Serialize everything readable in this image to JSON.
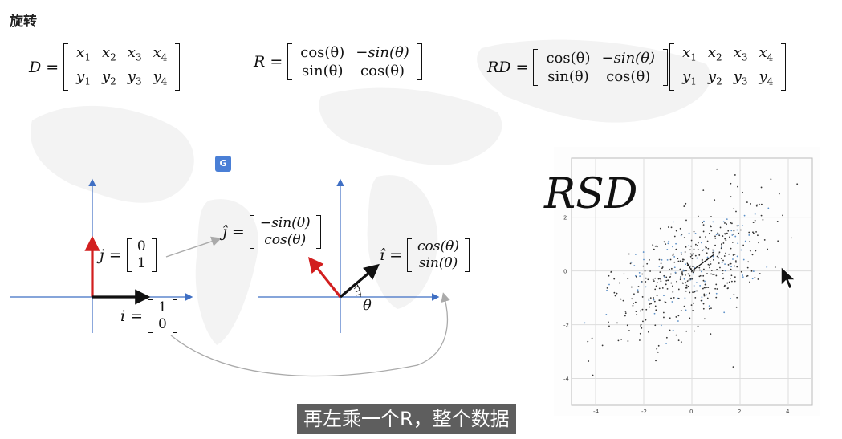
{
  "page": {
    "title": "旋转",
    "subtitle": "再左乘一个R，整个数据"
  },
  "equations": {
    "D": {
      "lhs": "D",
      "rows": [
        [
          "x1",
          "x2",
          "x3",
          "x4"
        ],
        [
          "y1",
          "y2",
          "y3",
          "y4"
        ]
      ]
    },
    "R": {
      "lhs": "R",
      "rows": [
        [
          "cos(θ)",
          "−sin(θ)"
        ],
        [
          "sin(θ)",
          "cos(θ)"
        ]
      ]
    },
    "RD": {
      "lhs": "RD",
      "left_rows": [
        [
          "cos(θ)",
          "−sin(θ)"
        ],
        [
          "sin(θ)",
          "cos(θ)"
        ]
      ],
      "right_rows": [
        [
          "x1",
          "x2",
          "x3",
          "x4"
        ],
        [
          "y1",
          "y2",
          "y3",
          "y4"
        ]
      ]
    }
  },
  "diagram_left": {
    "j_label": "j",
    "j_vec": [
      "0",
      "1"
    ],
    "i_label": "i",
    "i_vec": [
      "1",
      "0"
    ]
  },
  "diagram_right": {
    "j_hat_label": "ĵ",
    "j_hat_vec": [
      "−sin(θ)",
      "cos(θ)"
    ],
    "i_hat_label": "î",
    "i_hat_vec": [
      "cos(θ)",
      "sin(θ)"
    ],
    "theta_label": "θ"
  },
  "scatter": {
    "label": "RSD",
    "x_ticks": [
      "-4",
      "-2",
      "0",
      "2",
      "4"
    ],
    "y_ticks": [
      "2",
      "0",
      "-2",
      "-4"
    ],
    "point_color": "#333333",
    "accent_point_color": "#5b8fc7"
  },
  "colors": {
    "axis_blue": "#3f6fc4",
    "vector_red": "#d21f1f",
    "vector_black": "#111111",
    "arrow_gray": "#aaaaaa"
  }
}
